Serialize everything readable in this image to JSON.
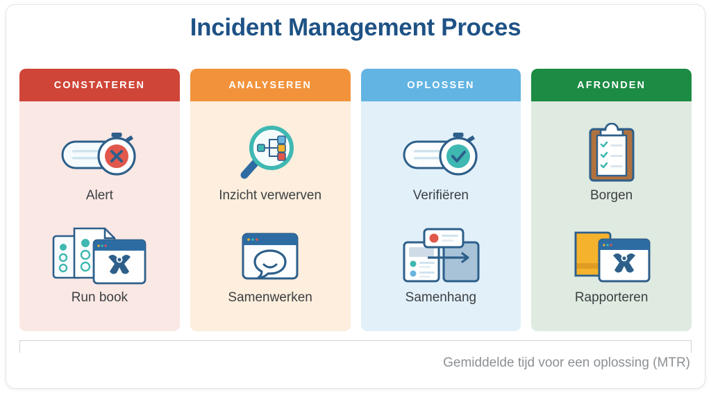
{
  "page": {
    "title": "Incident Management Proces",
    "title_color": "#1e5285",
    "background": "#ffffff",
    "caption": "Gemiddelde tijd voor een oplossing (MTR)",
    "caption_color": "#8c9094"
  },
  "columns": [
    {
      "header": "CONSTATEREN",
      "header_color": "#cf4537",
      "body_color": "#fae8e5",
      "items": [
        {
          "label": "Alert",
          "icon": "alert-stopwatch-error-icon"
        },
        {
          "label": "Run book",
          "icon": "runbook-documents-browser-icon"
        }
      ]
    },
    {
      "header": "ANALYSEREN",
      "header_color": "#f2933c",
      "body_color": "#fdeedd",
      "items": [
        {
          "label": "Inzicht verwerven",
          "icon": "magnifier-node-graph-icon"
        },
        {
          "label": "Samenwerken",
          "icon": "browser-chat-bubble-icon"
        }
      ]
    },
    {
      "header": "OPLOSSEN",
      "header_color": "#62b4e2",
      "body_color": "#e2f0f9",
      "items": [
        {
          "label": "Verifiëren",
          "icon": "verify-stopwatch-check-icon"
        },
        {
          "label": "Samenhang",
          "icon": "panels-correlation-arrow-icon"
        }
      ]
    },
    {
      "header": "AFRONDEN",
      "header_color": "#1c8b43",
      "body_color": "#dfeae0",
      "items": [
        {
          "label": "Borgen",
          "icon": "clipboard-checklist-icon"
        },
        {
          "label": "Rapporteren",
          "icon": "book-browser-report-icon"
        }
      ]
    }
  ],
  "palette": {
    "ink_blue": "#2d5f8a",
    "deep_blue": "#1e5285",
    "teal": "#3fb8b2",
    "red": "#e0584c",
    "yellow": "#f5b32d",
    "brown": "#b0723f",
    "label_gray": "#3b3f42",
    "line_gray": "#cfd2d4"
  }
}
